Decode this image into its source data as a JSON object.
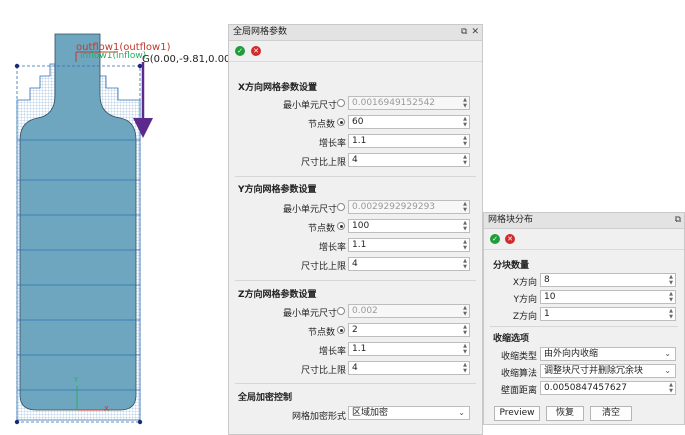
{
  "viewport": {
    "outflow_label": "outflow1(outflow1)",
    "inflow_label": "inflow1(inflow)",
    "gravity_label": "G(0.00,-9.81,0.00)",
    "axis_y": "Y",
    "axis_x": "X",
    "colors": {
      "body": "#6fa6bf",
      "outflow": "#c0392b",
      "inflow": "#27ae60",
      "gravity": "#5b2a8c",
      "mesh": "#2f6fb0"
    }
  },
  "global_panel": {
    "title": "全局网格参数",
    "x_section": {
      "title": "X方向网格参数设置",
      "min_size_label": "最小单元尺寸",
      "min_size_value": "0.0016949152542",
      "nodes_label": "节点数",
      "nodes_value": "60",
      "growth_label": "增长率",
      "growth_value": "1.1",
      "ratio_label": "尺寸比上限",
      "ratio_value": "4"
    },
    "y_section": {
      "title": "Y方向网格参数设置",
      "min_size_label": "最小单元尺寸",
      "min_size_value": "0.0029292929293",
      "nodes_label": "节点数",
      "nodes_value": "100",
      "growth_label": "增长率",
      "growth_value": "1.1",
      "ratio_label": "尺寸比上限",
      "ratio_value": "4"
    },
    "z_section": {
      "title": "Z方向网格参数设置",
      "min_size_label": "最小单元尺寸",
      "min_size_value": "0.002",
      "nodes_label": "节点数",
      "nodes_value": "2",
      "growth_label": "增长率",
      "growth_value": "1.1",
      "ratio_label": "尺寸比上限",
      "ratio_value": "4"
    },
    "refine_section": {
      "title": "全局加密控制",
      "form_label": "网格加密形式",
      "form_value": "区域加密"
    }
  },
  "block_panel": {
    "title": "网格块分布",
    "count_section": {
      "title": "分块数量",
      "x_label": "X方向",
      "x_value": "8",
      "y_label": "Y方向",
      "y_value": "10",
      "z_label": "Z方向",
      "z_value": "1"
    },
    "shrink_section": {
      "title": "收缩选项",
      "type_label": "收缩类型",
      "type_value": "由外向内收缩",
      "algo_label": "收缩算法",
      "algo_value": "调整块尺寸并删除冗余块",
      "wall_label": "壁面距离",
      "wall_value": "0.0050847457627"
    },
    "buttons": {
      "preview": "Preview",
      "restore": "恢复",
      "clear": "清空"
    }
  }
}
